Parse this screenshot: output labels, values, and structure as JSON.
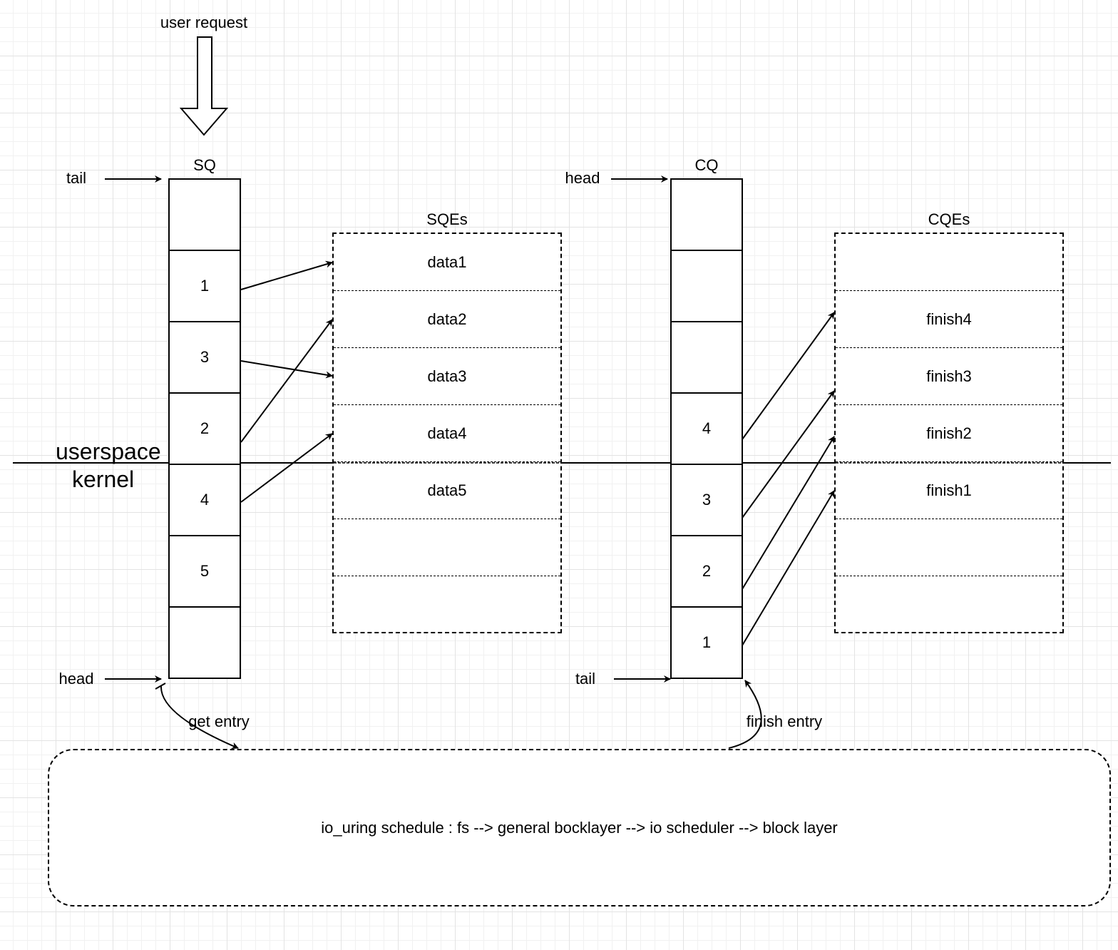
{
  "user_request": "user request",
  "sq": {
    "title": "SQ",
    "tail_label": "tail",
    "head_label": "head",
    "cells": [
      "",
      "1",
      "3",
      "2",
      "4",
      "5",
      ""
    ]
  },
  "sqes": {
    "title": "SQEs",
    "cells": [
      "data1",
      "data2",
      "data3",
      "data4",
      "data5",
      "",
      ""
    ]
  },
  "cq": {
    "title": "CQ",
    "head_label": "head",
    "tail_label": "tail",
    "cells": [
      "",
      "",
      "",
      "4",
      "3",
      "2",
      "1"
    ]
  },
  "cqes": {
    "title": "CQEs",
    "cells": [
      "",
      "finish4",
      "finish3",
      "finish2",
      "finish1",
      "",
      ""
    ]
  },
  "boundary": {
    "upper": "userspace",
    "lower": "kernel"
  },
  "get_entry": "get entry",
  "finish_entry": "finish entry",
  "schedule_text": "io_uring schedule : fs --> general bocklayer --> io scheduler --> block layer",
  "colors": {
    "line": "#000000",
    "grid": "#e3e3e3",
    "background": "#ffffff"
  }
}
